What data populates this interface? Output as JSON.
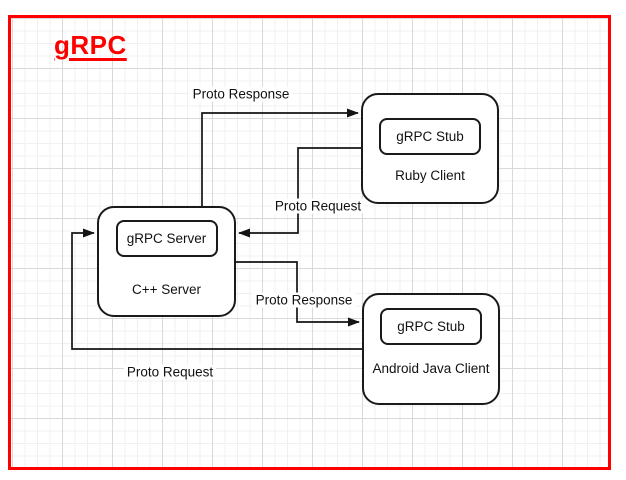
{
  "diagram": {
    "title": "gRPC",
    "nodes": {
      "cpp_server": {
        "inner_label": "gRPC Server",
        "label": "C++ Server"
      },
      "ruby_client": {
        "inner_label": "gRPC Stub",
        "label": "Ruby Client"
      },
      "android_client": {
        "inner_label": "gRPC Stub",
        "label": "Android Java Client"
      }
    },
    "edges": [
      {
        "label": "Proto Response",
        "from": "C++ Server",
        "to": "Ruby Client"
      },
      {
        "label": "Proto Request",
        "from": "Ruby Client",
        "to": "C++ Server"
      },
      {
        "label": "Proto Response",
        "from": "C++ Server",
        "to": "Android Java Client"
      },
      {
        "label": "Proto Request",
        "from": "Android Java Client",
        "to": "C++ Server"
      }
    ],
    "colors": {
      "frame": "#fe0000",
      "title": "#fe0000",
      "node_border": "#1a1a1a",
      "connector": "#141414",
      "text": "#111111"
    }
  }
}
